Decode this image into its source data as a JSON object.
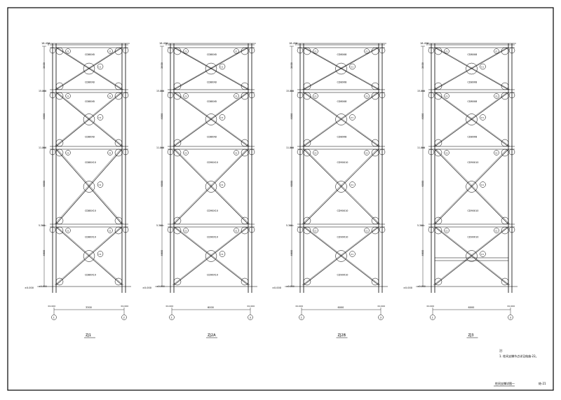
{
  "drawing": {
    "frames": [
      {
        "title": "ZJ1",
        "base_level": "±0.000",
        "top_level": "18.450",
        "span": "3300",
        "axis_left": "1",
        "axis_right": "2",
        "panels": [
          {
            "height_label": "3400",
            "level": "15.300",
            "brace_labels": [
              "CD80X8",
              "CD80X8"
            ],
            "node_tags": [
              "C1",
              "C2"
            ]
          },
          {
            "height_label": "4000",
            "level": "11.300",
            "brace_labels": [
              "CD80X8",
              "CD80X8"
            ],
            "node_tags": [
              "C1",
              "C3"
            ]
          },
          {
            "height_label": "6000",
            "level": "5.300",
            "brace_labels": [
              "CD80X10",
              "CD80X10"
            ],
            "node_tags": [
              "C1",
              "C3"
            ]
          },
          {
            "height_label": "4600",
            "level": "±0.000",
            "brace_labels": [
              "CD80X10",
              "CD80X10"
            ],
            "node_tags": [
              "C1",
              "C2"
            ]
          }
        ]
      },
      {
        "title": "ZJ2A",
        "base_level": "±0.000",
        "top_level": "18.450",
        "span": "6000",
        "axis_left": "1",
        "axis_right": "3",
        "panels": [
          {
            "height_label": "3400",
            "level": "15.300",
            "brace_labels": [
              "CD80X8",
              "CD80X8"
            ],
            "node_tags": [
              "C1",
              "C2"
            ]
          },
          {
            "height_label": "4000",
            "level": "11.300",
            "brace_labels": [
              "CD80X8",
              "CD80X8"
            ],
            "node_tags": [
              "C1",
              "C3"
            ]
          },
          {
            "height_label": "6000",
            "level": "5.300",
            "brace_labels": [
              "CD90X10",
              "CD90X10"
            ],
            "node_tags": [
              "C1",
              "C3"
            ]
          },
          {
            "height_label": "4600",
            "level": "±0.000",
            "brace_labels": [
              "CD90X10",
              "CD90X10"
            ],
            "node_tags": [
              "C1",
              "C2"
            ]
          }
        ]
      },
      {
        "title": "ZJ2B",
        "base_level": "±0.000",
        "top_level": "18.450",
        "span": "6000",
        "axis_left": "1",
        "axis_right": "3",
        "panels": [
          {
            "height_label": "3400",
            "level": "15.300",
            "brace_labels": [
              "CD80X8",
              "CD80X8"
            ],
            "node_tags": [
              "C1",
              "C2"
            ]
          },
          {
            "height_label": "4000",
            "level": "11.300",
            "brace_labels": [
              "CD80X8",
              "CD80X8"
            ],
            "node_tags": [
              "C1",
              "C3"
            ]
          },
          {
            "height_label": "6000",
            "level": "5.300",
            "brace_labels": [
              "CD90X10",
              "CD90X10"
            ],
            "node_tags": [
              "C1",
              "C3"
            ]
          },
          {
            "height_label": "4600",
            "level": "±0.000",
            "brace_labels": [
              "CD90X10",
              "CD90X10"
            ],
            "node_tags": [
              "C1",
              "C2"
            ]
          }
        ]
      },
      {
        "title": "ZJ3",
        "base_level": "±0.000",
        "top_level": "18.450",
        "span": "6000",
        "axis_left": "1",
        "axis_right": "3",
        "panels": [
          {
            "height_label": "3400",
            "level": "15.300",
            "brace_labels": [
              "CD80X8",
              "CD80X8"
            ],
            "node_tags": [
              "C1",
              "C2"
            ]
          },
          {
            "height_label": "4000",
            "level": "11.300",
            "brace_labels": [
              "CD80X8",
              "CD80X8"
            ],
            "node_tags": [
              "C1",
              "C3"
            ]
          },
          {
            "height_label": "6000",
            "level": "5.300",
            "brace_labels": [
              "CD90X10",
              "CD90X10"
            ],
            "node_tags": [
              "C1",
              "C3"
            ]
          },
          {
            "height_label": "4600",
            "level": "±0.000",
            "brace_labels": [
              "CD90X10",
              ""
            ],
            "node_tags": [
              "C1",
              "C2"
            ]
          }
        ]
      }
    ],
    "notes_heading": "注:",
    "notes_line": "1. 柱间支撑节点详见结施-22。",
    "sheet_title": "柱间支撑详图一",
    "sheet_number": "结-21",
    "colors": {
      "line": "#000000",
      "paper": "#ffffff"
    }
  }
}
